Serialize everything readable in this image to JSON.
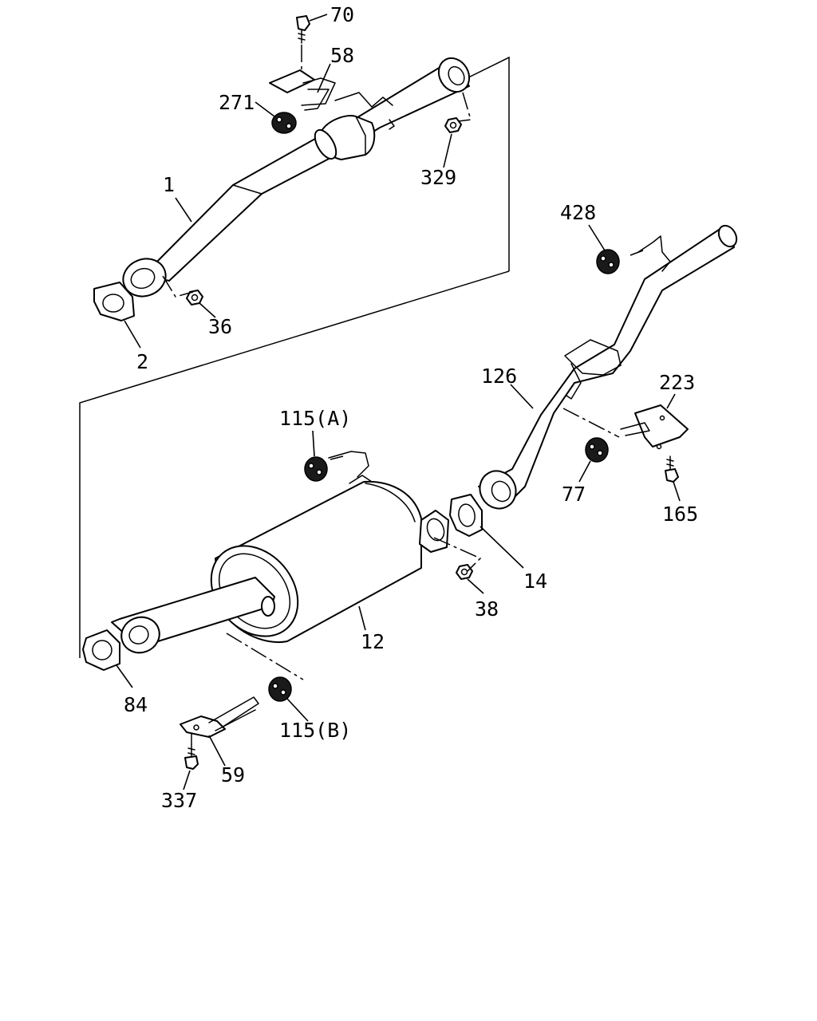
{
  "callouts": [
    {
      "id": "70",
      "text": "70"
    },
    {
      "id": "58",
      "text": "58"
    },
    {
      "id": "271",
      "text": "271"
    },
    {
      "id": "329",
      "text": "329"
    },
    {
      "id": "1",
      "text": "1"
    },
    {
      "id": "36",
      "text": "36"
    },
    {
      "id": "2",
      "text": "2"
    },
    {
      "id": "428",
      "text": "428"
    },
    {
      "id": "126",
      "text": "126"
    },
    {
      "id": "223",
      "text": "223"
    },
    {
      "id": "115a",
      "text": "115(A)"
    },
    {
      "id": "77",
      "text": "77"
    },
    {
      "id": "165",
      "text": "165"
    },
    {
      "id": "14",
      "text": "14"
    },
    {
      "id": "38",
      "text": "38"
    },
    {
      "id": "12",
      "text": "12"
    },
    {
      "id": "84",
      "text": "84"
    },
    {
      "id": "115b",
      "text": "115(B)"
    },
    {
      "id": "59",
      "text": "59"
    },
    {
      "id": "337",
      "text": "337"
    }
  ]
}
